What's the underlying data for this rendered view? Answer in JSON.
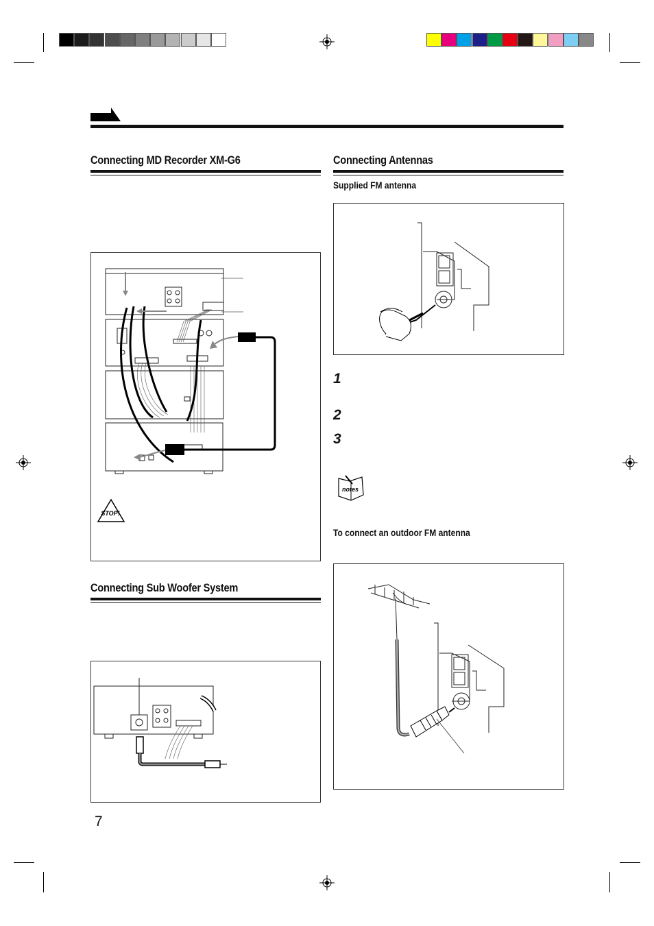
{
  "color_bar": {
    "grays": [
      "#000000",
      "#1c1c1c",
      "#333333",
      "#4d4d4d",
      "#666666",
      "#808080",
      "#999999",
      "#b3b3b3",
      "#cccccc",
      "#e6e6e6",
      "#ffffff"
    ],
    "colors": [
      "#ffff00",
      "#e6007e",
      "#00a0e9",
      "#1d2088",
      "#009944",
      "#e60012",
      "#231815",
      "#fff799",
      "#f19ec2",
      "#7ecef4",
      "#888888"
    ]
  },
  "sections": {
    "md_recorder": {
      "title": "Connecting MD Recorder XM-G6"
    },
    "sub_woofer": {
      "title": "Connecting Sub Woofer System"
    },
    "antennas": {
      "title": "Connecting Antennas",
      "supplied_fm": "Supplied FM antenna",
      "steps": [
        "1",
        "2",
        "3"
      ],
      "outdoor_fm": "To connect an outdoor FM antenna"
    }
  },
  "icons": {
    "stop": {
      "name": "stop-icon",
      "label": "STOP!"
    },
    "notes": {
      "name": "notes-icon",
      "label": "notes"
    }
  },
  "page_number": "7"
}
